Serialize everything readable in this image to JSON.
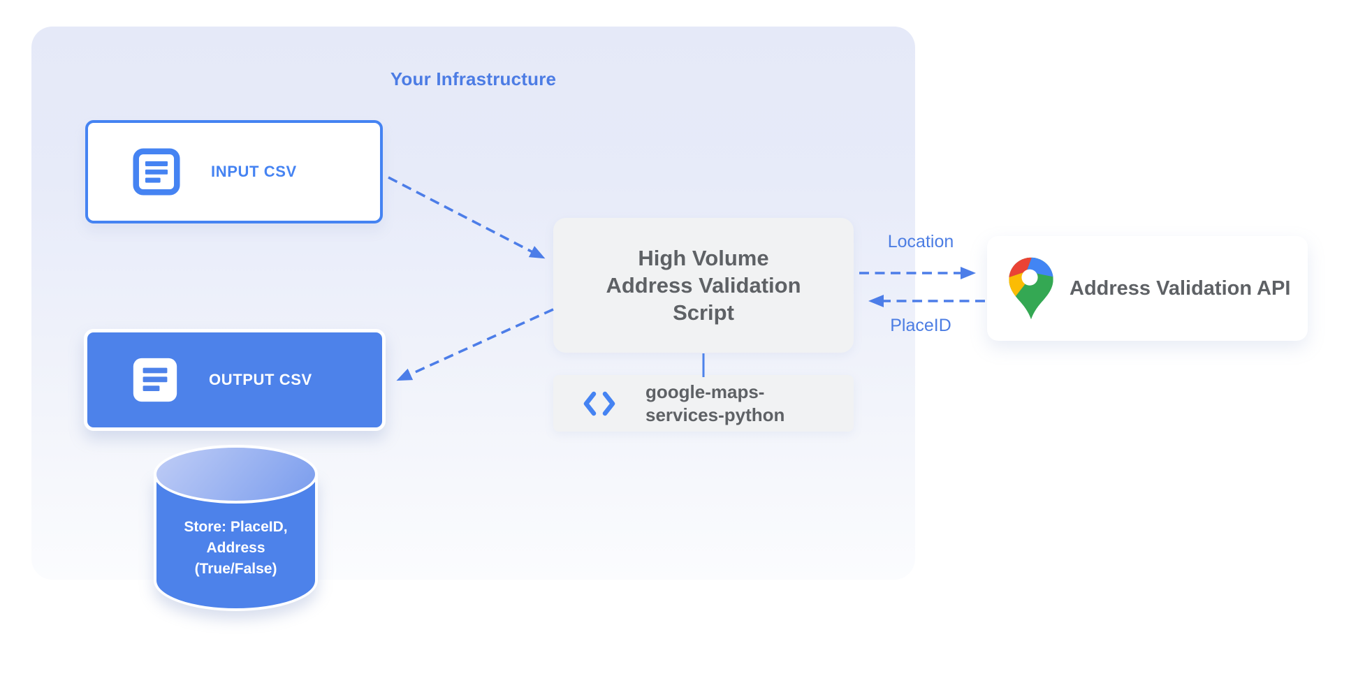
{
  "infrastructure": {
    "title": "Your Infrastructure"
  },
  "nodes": {
    "input_csv": {
      "label": "INPUT CSV"
    },
    "output_csv": {
      "label": "OUTPUT CSV"
    },
    "datastore": {
      "lines": [
        "Store: PlaceID,",
        "Address",
        "(True/False)"
      ]
    },
    "script": {
      "lines": [
        "High Volume",
        "Address Validation",
        "Script"
      ]
    },
    "library": {
      "lines": [
        "google-maps-",
        "services-python"
      ]
    },
    "api": {
      "label": "Address Validation API"
    }
  },
  "edges": {
    "location_label": "Location",
    "placeid_label": "PlaceID"
  },
  "icons": {
    "input_csv": "document-icon",
    "output_csv": "document-icon",
    "library": "code-brackets-icon",
    "api": "google-maps-pin-icon"
  },
  "colors": {
    "primary_blue": "#4D82EA",
    "outline_blue": "#4583F2",
    "label_blue": "#4C7DE3",
    "arrow_blue": "#4C7DE8",
    "text_gray": "#5E6165",
    "node_gray": "#F1F2F3",
    "container_top": "#E5E9F8",
    "container_bottom": "#FBFCFE",
    "pin_red": "#EA4335",
    "pin_blue": "#4285F4",
    "pin_yellow": "#FBBC04",
    "pin_green": "#34A853"
  }
}
